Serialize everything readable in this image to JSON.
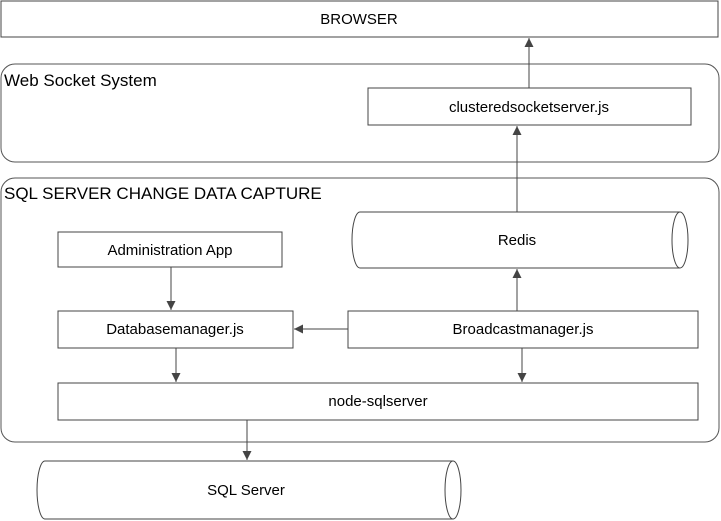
{
  "browser": {
    "label": "BROWSER"
  },
  "web_socket_system": {
    "title": "Web Socket System",
    "server": "clusteredsocketserver.js"
  },
  "cdc": {
    "title": "SQL SERVER CHANGE DATA CAPTURE",
    "admin_app": "Administration App",
    "redis": "Redis",
    "database_manager": "Databasemanager.js",
    "broadcast_manager": "Broadcastmanager.js",
    "node_sqlserver": "node-sqlserver"
  },
  "sql_server": {
    "label": "SQL Server"
  }
}
